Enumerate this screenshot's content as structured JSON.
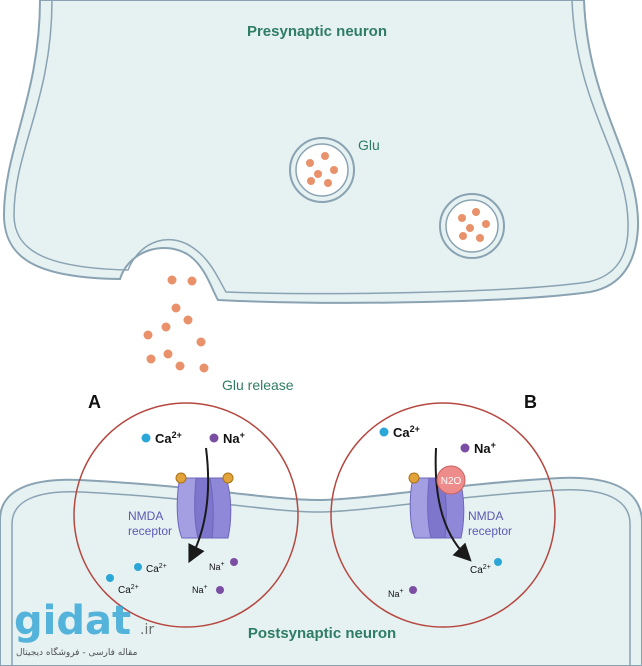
{
  "labels": {
    "presynaptic": "Presynaptic neuron",
    "glu": "Glu",
    "glu_release": "Glu release",
    "postsynaptic": "Postsynaptic neuron",
    "panel_a": "A",
    "panel_b": "B",
    "nmda_line1": "NMDA",
    "nmda_line2": "receptor",
    "n2o": "N2O"
  },
  "ions": {
    "ca_big": "Ca",
    "ca_big_sup": "2+",
    "na_big": "Na",
    "na_big_sup": "+",
    "ca_small": "Ca",
    "ca_small_sup": "2+",
    "na_small": "Na",
    "na_small_sup": "+"
  },
  "watermark": {
    "main": "gidat",
    "tld": ".ir",
    "tagline": "مقاله فارسی - فروشگاه دیجیتال"
  },
  "colors": {
    "cell_fill": "#e6f1f2",
    "cell_stroke": "#8aa3b2",
    "vesicle": "#e8916a",
    "circle_stroke": "#b5473f",
    "receptor": "#8f88d8",
    "calcium": "#2aa7d6",
    "sodium": "#7a4fa3",
    "n2o": "#ee8c8c"
  }
}
